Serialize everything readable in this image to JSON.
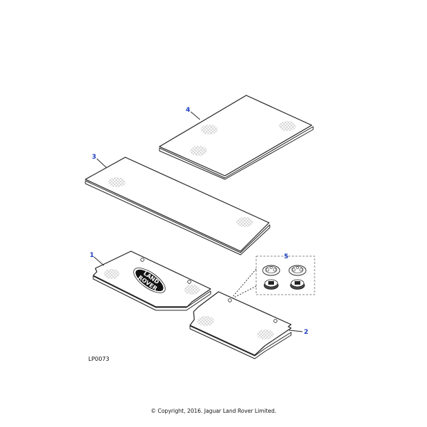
{
  "diagram": {
    "callouts": [
      "1",
      "2",
      "3",
      "4",
      "5"
    ],
    "reference_code": "LP0073",
    "logo": {
      "line1": "LAND",
      "line2": "ROVER"
    },
    "copyright": "© Copyright, 2016. Jaguar Land Rover Limited."
  }
}
